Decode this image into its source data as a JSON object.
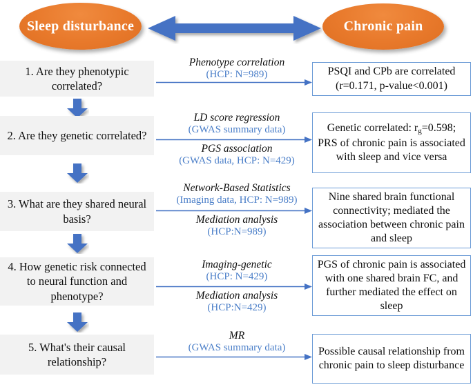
{
  "nodes": {
    "left_ellipse": "Sleep disturbance",
    "right_ellipse": "Chronic pain",
    "bidirectional_arrow": "double-headed-arrow"
  },
  "colors": {
    "ellipse_orange": "#E8792B",
    "arrow_blue": "#4472C4",
    "link_blue": "#4A7EC8",
    "box_border_blue": "#6B9BD6",
    "question_box_gray": "#F2F2F2"
  },
  "rows": [
    {
      "question": "1. Are they phenotypic correlated?",
      "methods": [
        {
          "name": "Phenotype correlation",
          "source": "(HCP: N=989)"
        }
      ],
      "result": "PSQI and CPb are correlated (r=0.171, p-value<0.001)"
    },
    {
      "question": "2. Are they genetic correlated?",
      "methods": [
        {
          "name": "LD score regression",
          "source": "(GWAS summary data)"
        },
        {
          "name": "PGS association",
          "source": "(GWAS data, HCP: N=429)"
        }
      ],
      "result": "Genetic correlated: rg=0.598; PRS of chronic pain is associated with sleep and vice versa"
    },
    {
      "question": "3. What are they shared neural basis?",
      "methods": [
        {
          "name": "Network-Based Statistics",
          "source": "(Imaging data, HCP: N=989)"
        },
        {
          "name": "Mediation analysis",
          "source": "(HCP:N=989)"
        }
      ],
      "result": "Nine shared brain functional connectivity; mediated the association between chronic pain and sleep"
    },
    {
      "question": "4. How genetic risk connected to neural function and phenotype?",
      "methods": [
        {
          "name": "Imaging-genetic",
          "source": "(HCP: N=429)"
        },
        {
          "name": "Mediation analysis",
          "source": "(HCP:N=429)"
        }
      ],
      "result": "PGS of chronic pain is associated with one shared brain FC, and further mediated the effect on sleep"
    },
    {
      "question": "5. What's their causal relationship?",
      "methods": [
        {
          "name": "MR",
          "source": "(GWAS summary data)"
        }
      ],
      "result": "Possible causal relationship from chronic pain to sleep disturbance"
    }
  ],
  "result_box_2_parts": {
    "a": "Genetic correlated: r",
    "sub": "g",
    "b": "=0.598; PRS of chronic pain is associated with sleep and vice versa"
  }
}
